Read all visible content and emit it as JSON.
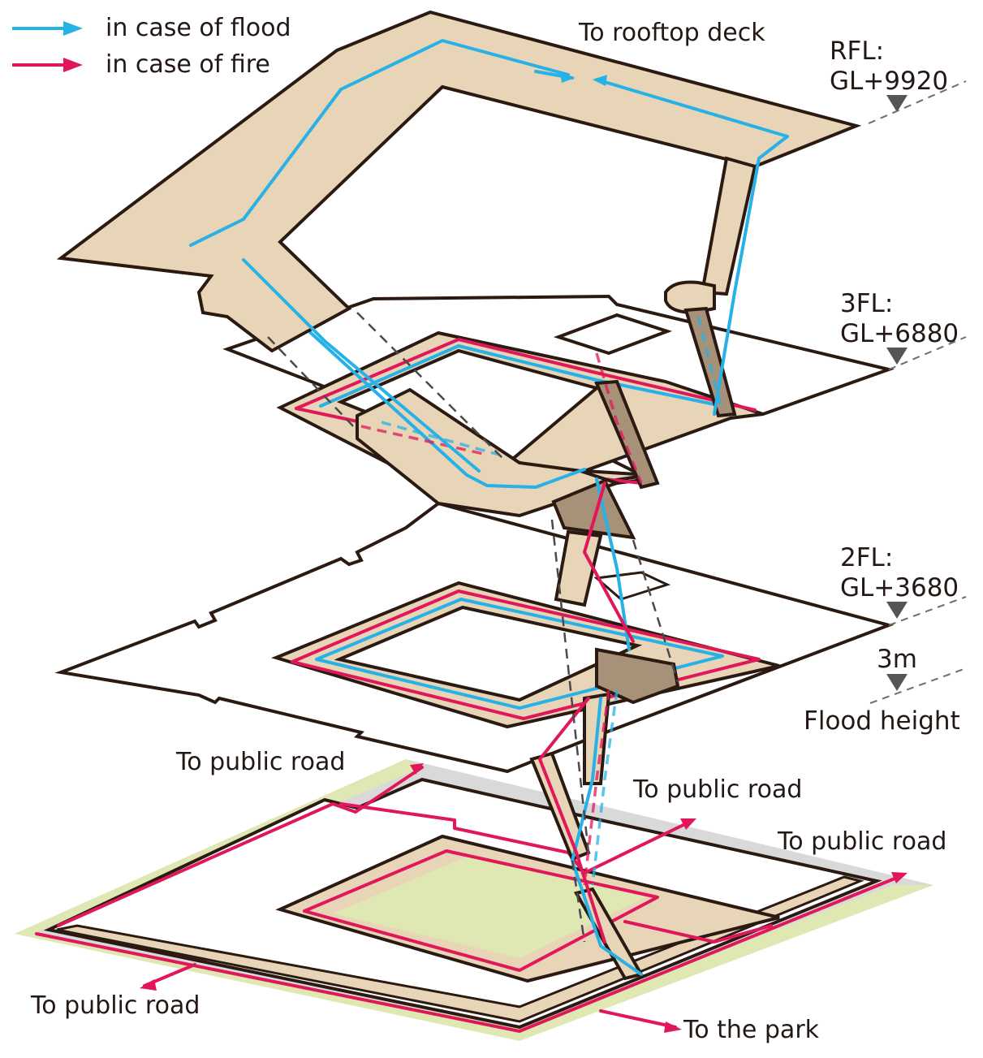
{
  "legend": {
    "items": [
      {
        "label": "in case of flood",
        "color": "#27b1e6"
      },
      {
        "label": "in case of fire",
        "color": "#e0185a"
      }
    ]
  },
  "levels": [
    {
      "name": "RFL:",
      "value": "GL+9920"
    },
    {
      "name": "3FL:",
      "value": "GL+6880"
    },
    {
      "name": "2FL:",
      "value": "GL+3680"
    },
    {
      "name": "3m",
      "value": "Flood height"
    }
  ],
  "labels": {
    "rooftop": "To rooftop deck",
    "road_upper_left": "To public road",
    "road_center": "To public road",
    "road_right": "To public road",
    "road_lower_left": "To public road",
    "park": "To the park"
  },
  "colors": {
    "flood": "#27b1e6",
    "fire": "#e0185a",
    "deck": "#e8d4b6",
    "green": "#dfe8b2",
    "shadow": "#d9d9d9"
  }
}
